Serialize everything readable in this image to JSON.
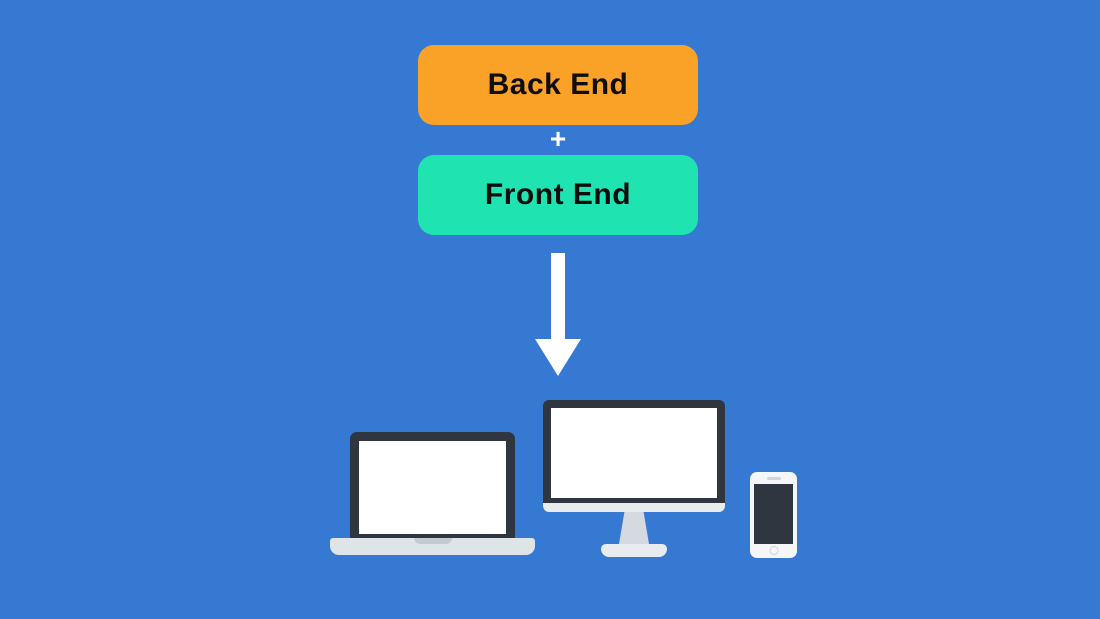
{
  "diagram": {
    "back_end_box": {
      "label": "Back End",
      "color": "#F9A227"
    },
    "plus_sign": "+",
    "front_end_box": {
      "label": "Front End",
      "color": "#20E3B2"
    },
    "arrow": {
      "direction": "down",
      "color": "#FFFFFF"
    },
    "devices": [
      {
        "name": "laptop"
      },
      {
        "name": "desktop-monitor"
      },
      {
        "name": "smartphone"
      }
    ]
  },
  "colors": {
    "background": "#3679D2",
    "box_text": "#0E0E0E",
    "device_dark": "#2F3640",
    "device_light": "#E8ECEF",
    "screen_white": "#FFFFFF"
  }
}
